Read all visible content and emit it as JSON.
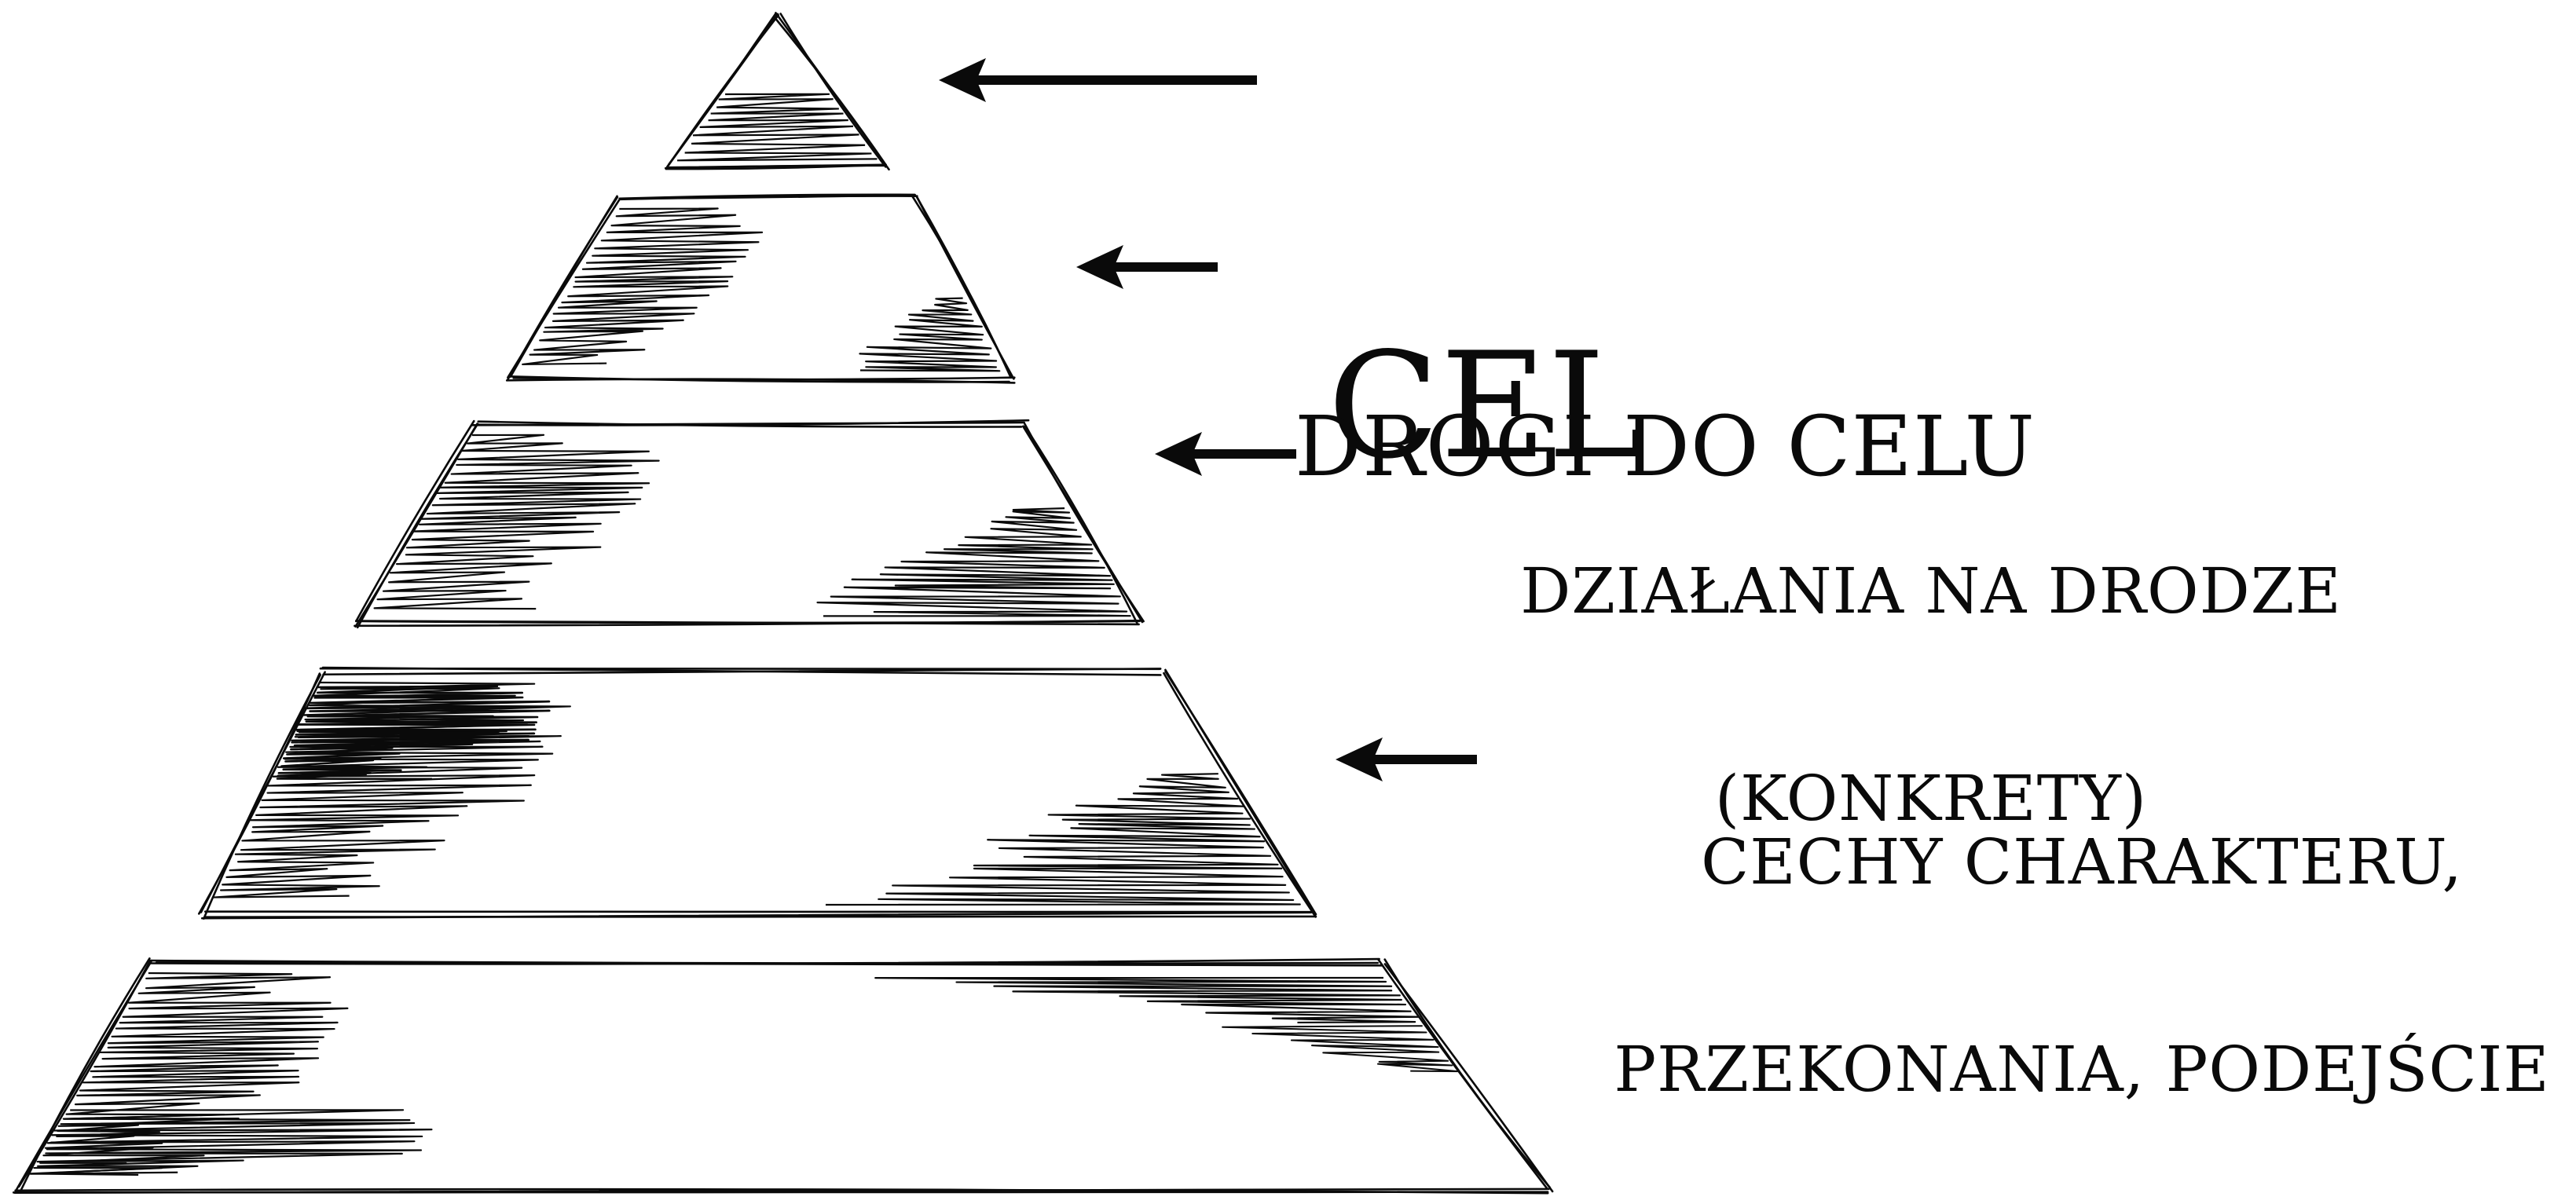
{
  "diagram": {
    "levels": [
      {
        "label_lines": [
          "CEL"
        ]
      },
      {
        "label_lines": [
          "DROGI DO CELU"
        ]
      },
      {
        "label_lines": [
          "DZIAŁANIA NA DRODZE",
          "(KONKRETY)"
        ]
      },
      {
        "label_lines": [
          "CECHY CHARAKTERU,",
          "PRZEKONANIA, PODEJŚCIE"
        ]
      },
      {
        "label_lines": []
      }
    ],
    "colors": {
      "ink": "#0a0a0a",
      "background": "#ffffff"
    }
  }
}
